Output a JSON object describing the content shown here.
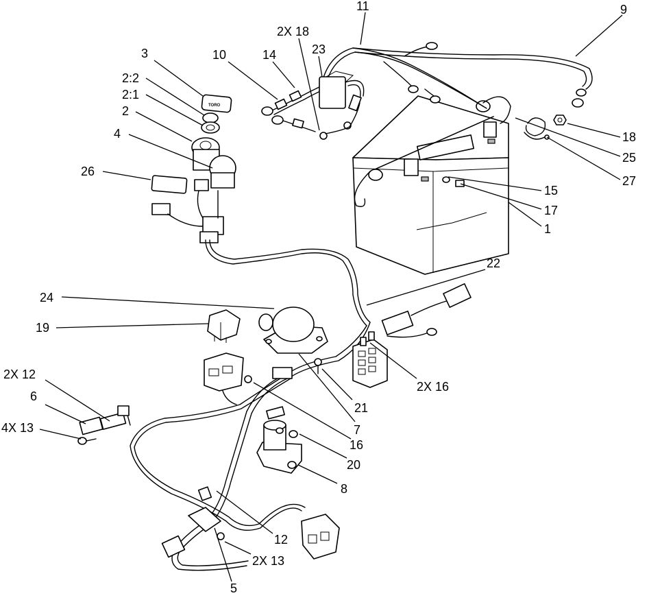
{
  "labels": {
    "l1": "1",
    "l2": "2",
    "l2_1": "2:1",
    "l2_2": "2:2",
    "l3": "3",
    "l4": "4",
    "l5": "5",
    "l6": "6",
    "l7": "7",
    "l8": "8",
    "l9": "9",
    "l10": "10",
    "l11": "11",
    "l12": "12",
    "l2x12": "2X 12",
    "l4x13": "4X 13",
    "l2x13": "2X 13",
    "l14": "14",
    "l15": "15",
    "l16": "16",
    "l2x16": "2X 16",
    "l17": "17",
    "l18": "18",
    "l2x18": "2X 18",
    "l19": "19",
    "l20": "20",
    "l21": "21",
    "l22": "22",
    "l23": "23",
    "l24": "24",
    "l25": "25",
    "l26": "26",
    "l27": "27"
  },
  "brand": {
    "key_logo": "TORO"
  }
}
